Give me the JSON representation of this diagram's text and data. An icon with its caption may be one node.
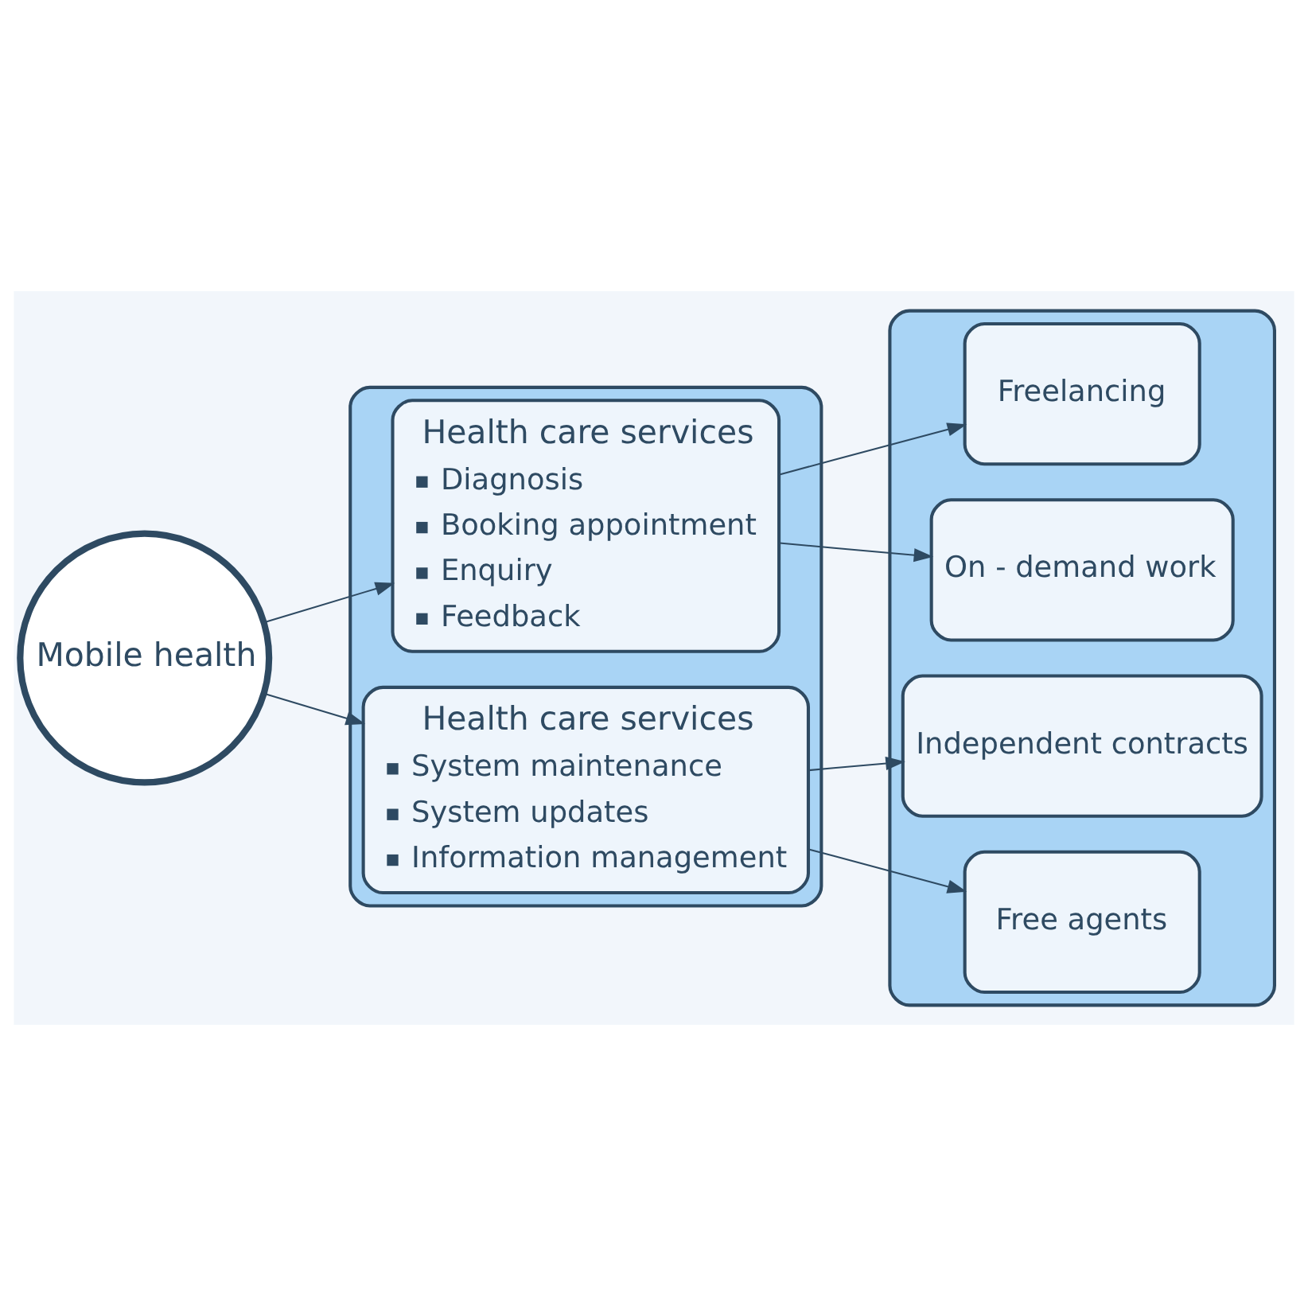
{
  "diagram": {
    "nodes": [
      {
        "text": [
          "Mobile health"
        ]
      },
      {
        "text": [],
        "shape": "box"
      },
      {
        "text": [
          "Health care services",
          "Diagnosis",
          "Booking appointment",
          "Enquiry",
          "Feedback"
        ],
        "in": 1
      },
      {
        "text": [
          "Health care services",
          "System maintenance",
          "System updates",
          "Information management"
        ],
        "in": 1
      },
      {
        "text": [],
        "shape": "box"
      },
      {
        "text": [
          "Freelancing"
        ],
        "in": 4
      },
      {
        "text": [
          "On - demand work"
        ],
        "in": 4
      },
      {
        "text": [
          "Independent contracts"
        ],
        "in": 4
      },
      {
        "text": [
          "Free agents"
        ],
        "in": 4
      }
    ],
    "edges": [
      {
        "from": 0,
        "to": 2,
        "arrow": "to"
      },
      {
        "from": 0,
        "to": 3,
        "arrow": "to"
      },
      {
        "from": 2,
        "to": 5,
        "arrow": "to"
      },
      {
        "from": 2,
        "to": 6,
        "arrow": "to"
      },
      {
        "from": 3,
        "to": 7,
        "arrow": "to"
      },
      {
        "from": 3,
        "to": 8,
        "arrow": "to"
      }
    ]
  }
}
